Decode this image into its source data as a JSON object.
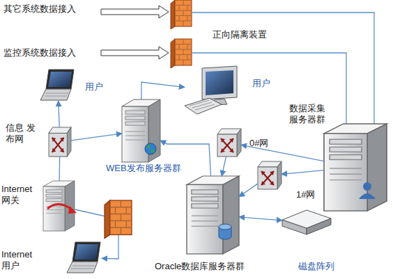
{
  "diagram": {
    "nodes": [
      {
        "text": [
          "用户"
        ]
      },
      {
        "text": [
          "信息 发布网"
        ]
      },
      {
        "text": [
          "WEB发布服务器群"
        ]
      },
      {
        "text": [
          "用户"
        ]
      },
      {
        "text": [
          "数据采集 服务器群"
        ]
      },
      {
        "text": [
          "0#网"
        ]
      },
      {
        "text": [
          "1#网"
        ]
      },
      {
        "text": [
          "Oracle数据库服务器群"
        ]
      },
      {
        "text": [
          "磁盘阵列"
        ]
      },
      {
        "text": [
          "Internet 网关"
        ]
      },
      {
        "text": [
          "Internet 用户"
        ]
      }
    ],
    "edges": [
      {
        "from": 1,
        "to": 0,
        "arrow": "to"
      },
      {
        "from": 1,
        "to": 2,
        "arrow": "to"
      },
      {
        "from": 2,
        "to": 3,
        "arrow": "to"
      },
      {
        "from": 7,
        "to": 2,
        "arrow": "to"
      },
      {
        "from": 4,
        "to": 5,
        "arrow": "to"
      },
      {
        "from": 5,
        "to": 7,
        "arrow": "to"
      },
      {
        "from": 4,
        "to": 6,
        "arrow": "to"
      },
      {
        "from": 6,
        "to": 7,
        "arrow": "to"
      },
      {
        "from": 7,
        "to": 8,
        "arrow": "both"
      },
      {
        "from": 1,
        "to": 9,
        "arrow": "none"
      },
      {
        "from": 9,
        "to": 10,
        "arrow": "to"
      }
    ],
    "labels": [
      "其它系统数据接入",
      "监控系统数据接入",
      "正向隔离装置"
    ]
  }
}
